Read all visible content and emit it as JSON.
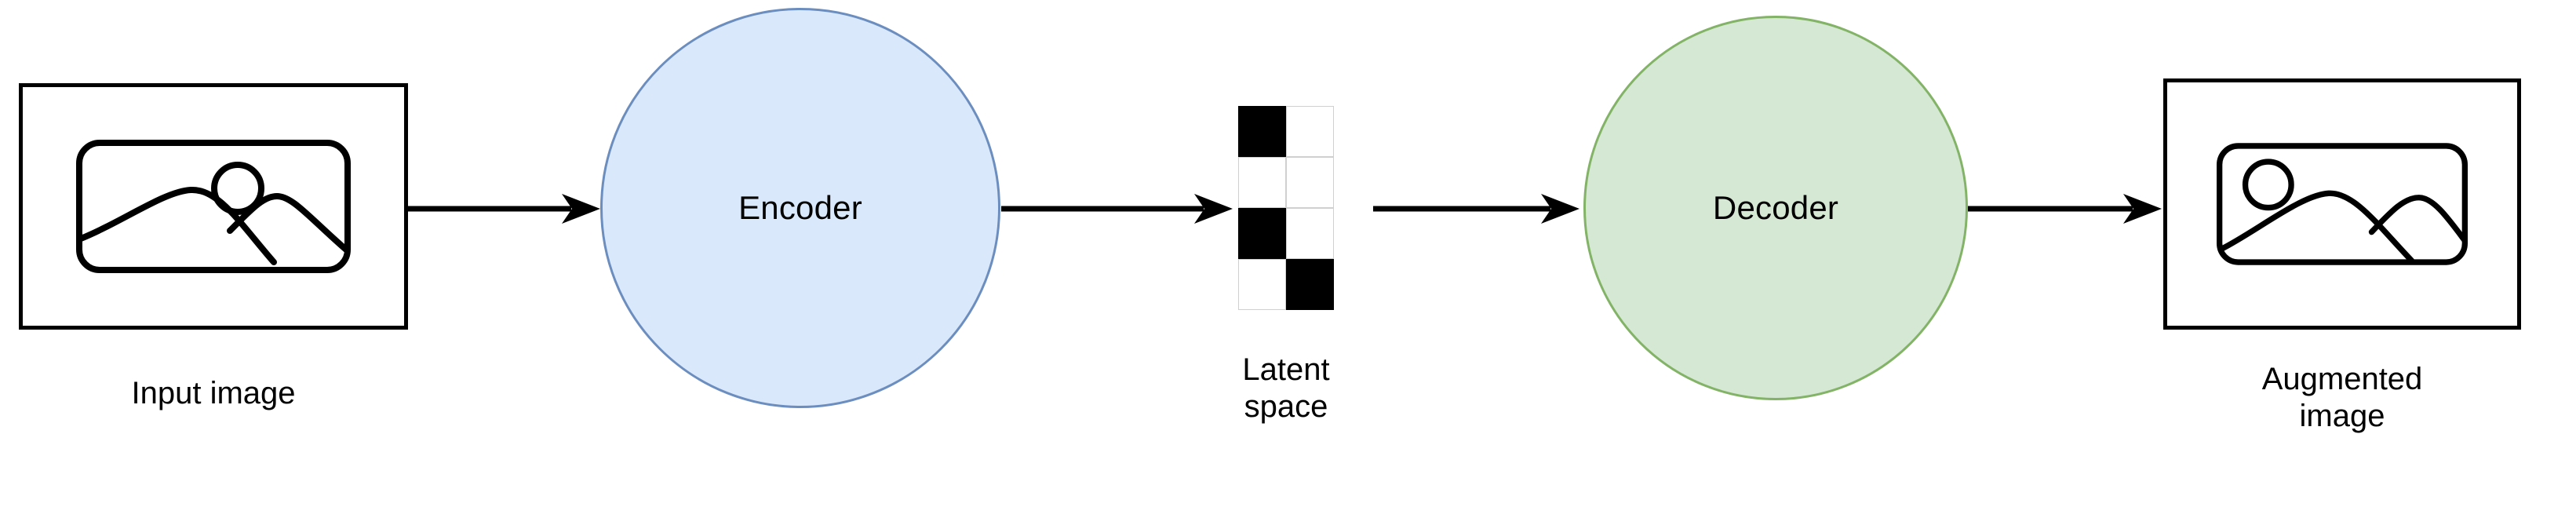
{
  "diagram": {
    "title": "Autoencoder image augmentation pipeline",
    "background": "#ffffff",
    "stroke_color": "#000000"
  },
  "nodes": {
    "input_image": {
      "label": "Input image",
      "icon": "picture-icon",
      "frame_color": "#000000",
      "fill": "#ffffff"
    },
    "encoder": {
      "label": "Encoder",
      "fill": "#dae8fc",
      "stroke": "#6c8ebf",
      "shape": "circle"
    },
    "latent_space": {
      "label": "Latent\nspace",
      "rows": 4,
      "cols": 2,
      "on_color": "#000000",
      "off_color": "#ffffff",
      "cells": [
        [
          1,
          0
        ],
        [
          0,
          0
        ],
        [
          1,
          0
        ],
        [
          0,
          1
        ]
      ]
    },
    "decoder": {
      "label": "Decoder",
      "fill": "#d5e8d4",
      "stroke": "#82b366",
      "shape": "circle"
    },
    "augmented_image": {
      "label": "Augmented\nimage",
      "icon": "picture-icon",
      "frame_color": "#000000",
      "fill": "#ffffff"
    }
  },
  "edges": [
    {
      "name": "input-to-encoder",
      "from": "input_image",
      "to": "encoder",
      "color": "#000000"
    },
    {
      "name": "encoder-to-latent",
      "from": "encoder",
      "to": "latent_space",
      "color": "#000000"
    },
    {
      "name": "latent-to-decoder",
      "from": "latent_space",
      "to": "decoder",
      "color": "#000000"
    },
    {
      "name": "decoder-to-output",
      "from": "decoder",
      "to": "augmented_image",
      "color": "#000000"
    }
  ]
}
